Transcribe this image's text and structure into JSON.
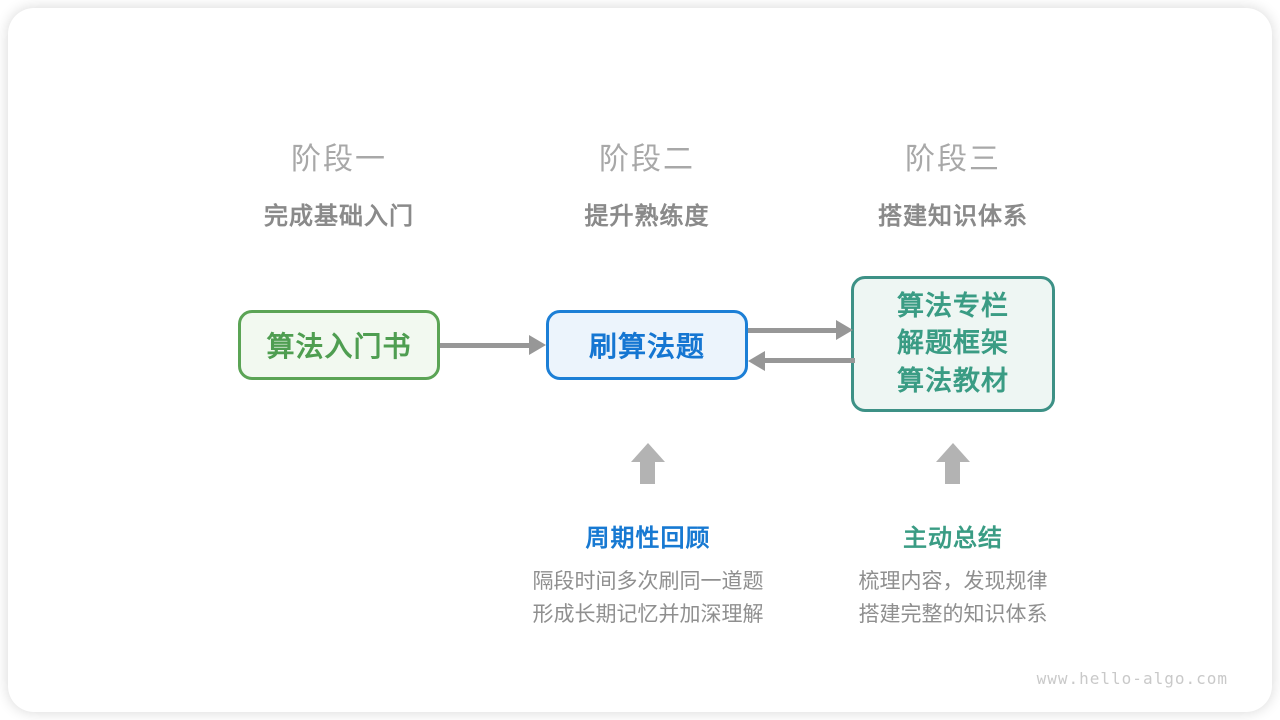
{
  "stages": [
    {
      "title": "阶段一",
      "subtitle": "完成基础入门"
    },
    {
      "title": "阶段二",
      "subtitle": "提升熟练度"
    },
    {
      "title": "阶段三",
      "subtitle": "搭建知识体系"
    }
  ],
  "nodes": [
    {
      "label": "算法入门书"
    },
    {
      "label": "刷算法题"
    },
    {
      "lines": [
        "算法专栏",
        "解题框架",
        "算法教材"
      ]
    }
  ],
  "annotations": [
    {
      "label": "周期性回顾",
      "desc": [
        "隔段时间多次刷同一道题",
        "形成长期记忆并加深理解"
      ]
    },
    {
      "label": "主动总结",
      "desc": [
        "梳理内容，发现规律",
        "搭建完整的知识体系"
      ]
    }
  ],
  "watermark": {
    "text": "www.hello-algo.com"
  },
  "colors": {
    "green-border": "#5ba455",
    "green-text": "#4f9e51",
    "green-bg": "#f2f9f0",
    "blue-border": "#1c7fd6",
    "blue-text": "#1576d2",
    "blue-label": "#1779d2",
    "blue-bg": "#ecf4fc",
    "teal-border": "#3d9186",
    "teal-text": "#3a9c84",
    "teal-bg": "#eef6f3",
    "arrow": "#979797",
    "block-arrow": "#b3b3b3",
    "stage-title": "#a8a8a8",
    "stage-subtitle": "#8a8a8a",
    "desc-text": "#8f8f8f",
    "watermark": "#c9c9c9"
  }
}
